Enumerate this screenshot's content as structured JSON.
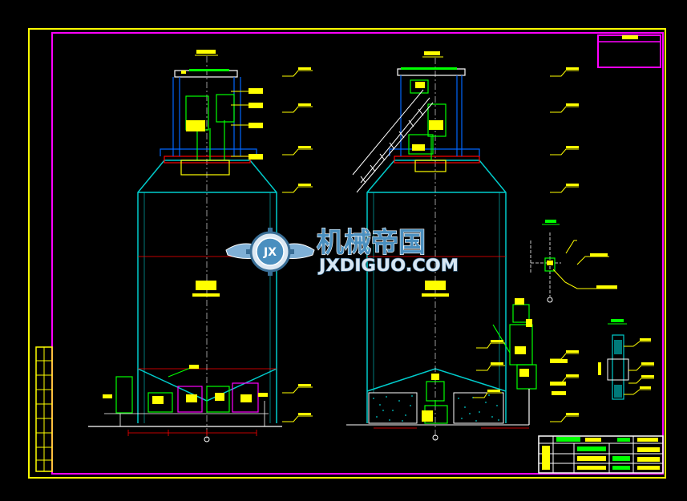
{
  "colors": {
    "background": "#000000",
    "outer_frame": "#ffff00",
    "inner_frame": "#ff00ff",
    "structure": "#00cccc",
    "detail": "#00ff00",
    "label": "#ffff00",
    "section_line": "#ff0000",
    "watermark_text": "#4a8fbf"
  },
  "watermark": {
    "logo_text": "JX",
    "text_cn": "机械帝国",
    "text_en": "JXDIGUO.COM"
  }
}
